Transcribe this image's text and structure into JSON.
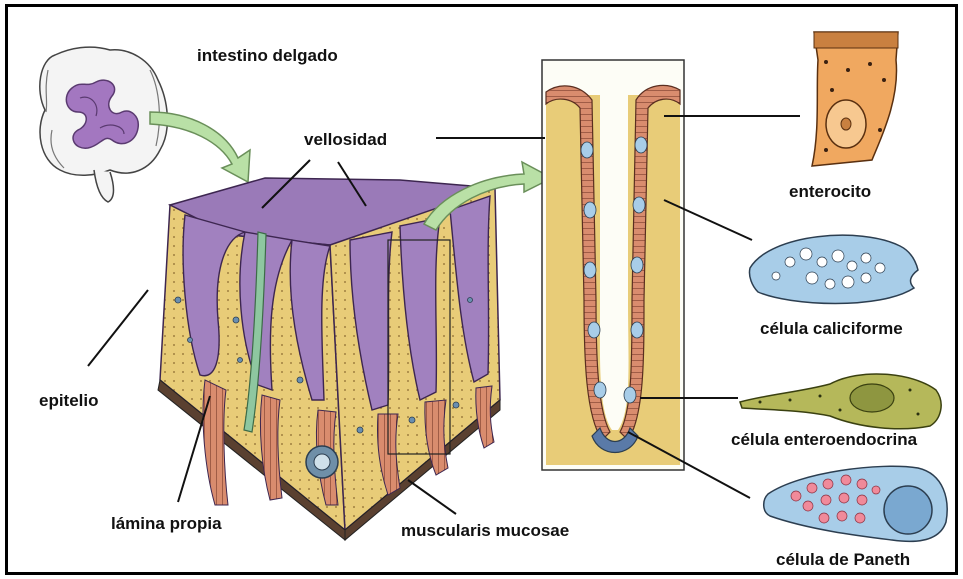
{
  "labels": {
    "intestine": "intestino delgado",
    "villus": "vellosidad",
    "epithelium": "epitelio",
    "lamina_propria": "lámina propia",
    "muscularis": "muscularis mucosae",
    "enterocyte": "enterocito",
    "goblet_cell": "célula caliciforme",
    "enteroendocrine_cell": "célula enteroendocrina",
    "paneth_cell": "célula de Paneth"
  },
  "colors": {
    "lamina_propria": "#e8cc78",
    "villus_surface": "#9a7ab8",
    "epithelial_cells": "#d98c6e",
    "goblet": "#a8cde8",
    "enteroendocrine": "#b5b85a",
    "paneth_granules": "#f08a9a",
    "enterocyte_cell": "#f0a860",
    "arrow": "#b9e0a6",
    "intestine": "#a377c0"
  }
}
